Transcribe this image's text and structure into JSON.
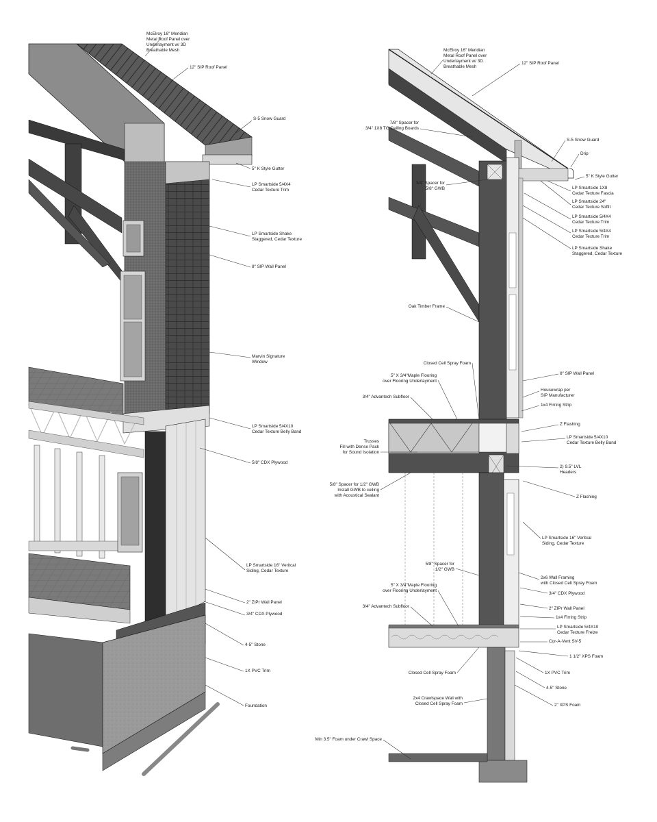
{
  "left_section": {
    "labels": [
      "McElroy 16\" Meridian\nMetal Roof Panel over\nUnderlayment w/ 3D\nBreathable Mesh",
      "12\" SIP Roof Panel",
      "S-5 Snow Guard",
      "5\" K Style Gutter",
      "LP Smartside 5/4X4\nCedar Texture Trim",
      "LP Smartside Shake\nStaggered, Cedar Texture",
      "8\" SIP Wall Panel",
      "Marvin Signature\nWindow",
      "LP Smartside 5/4X10\nCedar Texture Belly Band",
      "5/8\" CDX Plywood",
      "LP Smartside 16\" Veritcal\nSiding, Cedar Texture",
      "2\" ZIPr Wall Panel",
      "3/4\" CDX Plywood",
      "4-5\" Stone",
      "1X PVC Trim",
      "Foundation"
    ]
  },
  "right_section": {
    "labels_left": [
      "McElroy 16\" Meridian\nMetal Roof Panel over\nUnderlayment w/ 3D\nBreathable Mesh",
      "7/8\" Spacer for\n3/4\" 1X8 TG Ceiling Boards",
      "3/4\" Spacer for\n5/8\" GWB",
      "Oak Timber Frame",
      "Closed Cell Spray Foam",
      "5\" X 3/4\"Maple Flooring\nover Flooring Underlayment",
      "3/4\" Advantech Subfloor",
      "Trusses\nFill with Dense Pack\nfor Sound Isolation",
      "5/8\" Spacer for 1/2\" GWB\nInstall GWB to ceiling\nwith Acoustical Sealant",
      "5/8\" Spacer for\n1/2\" GWB",
      "5\" X 3/4\"Maple Flooring\nover Flooring Underlayment",
      "3/4\" Advantech Subfloor",
      "Closed Cell Spray Foam",
      "2x4 Crawlspace Wall with\nClosed Cell Spray Foam",
      "Min 3.5\" Foam under Crawl Space"
    ],
    "labels_right": [
      "12\" SIP Roof Panel",
      "S-5 Snow Guard",
      "Drip",
      "5\" K Style Gutter",
      "LP Smartside 1X8\nCedar Texture Fascia",
      "LP Smartside 24\"\nCedar Texture Soffit",
      "LP Smartside 5/4X4\nCedar Texture Trim",
      "LP Smartside 5/4X4\nCedar Texture Trim",
      "LP Smartside Shake\nStaggered, Cedar Texture",
      "8\" SIP Wall Panel",
      "Housewrap per\nSIP Manufacturer",
      "1x4 Firring Strip",
      "Z Flashing",
      "LP Smartside 5/4X10\nCedar Texture Belly Band",
      "2) 9.5\" LVL\nHeaders",
      "Z Flashing",
      "LP Smartside 16\" Veritcal\nSiding, Cedar Texture",
      "2x6 Wall Framing\nwith Closed Cell Spray Foam",
      "3/4\" CDX Plywood",
      "2\" ZIPr Wall Panel",
      "1x4 Firring Strip",
      "LP Smartside 5/4X10\nCedar Texture Freize",
      "Cor-A-Vent SV-5",
      "1 1/2\" XPS Foam",
      "1X PVC Trim",
      "4-5\" Stone",
      "2\" XPS Foam"
    ]
  }
}
